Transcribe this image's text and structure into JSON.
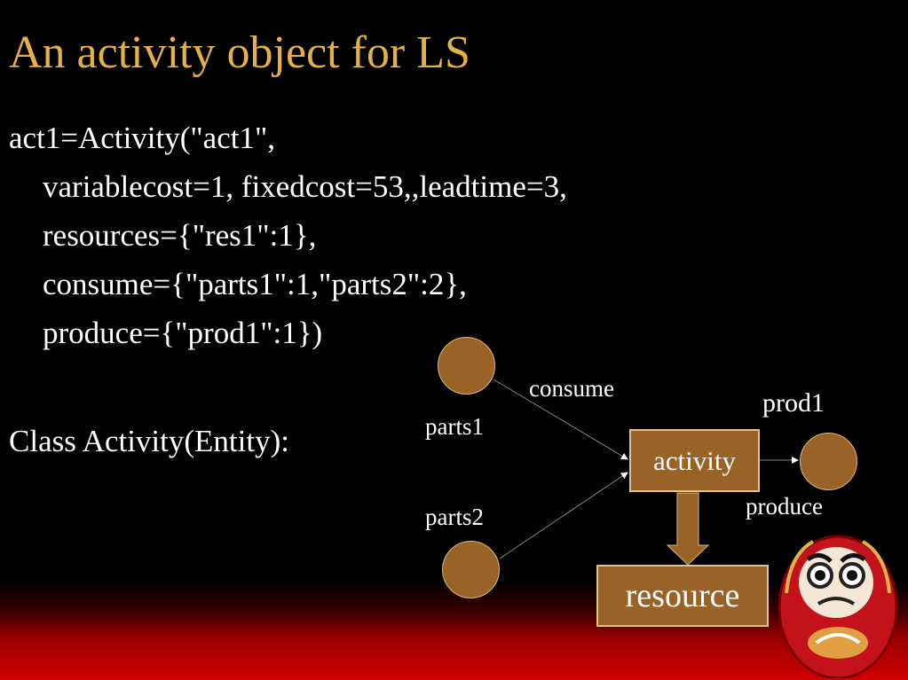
{
  "title": "An activity object for LS",
  "code": {
    "line1": "act1=Activity(\"act1\",",
    "line2": "variablecost=1, fixedcost=53,,leadtime=3,",
    "line3": "resources={\"res1\":1},",
    "line4": "consume={\"parts1\":1,\"parts2\":2},",
    "line5": "produce={\"prod1\":1})"
  },
  "class_line": "Class Activity(Entity):",
  "diagram": {
    "parts1": "parts1",
    "parts2": "parts2",
    "consume": "consume",
    "activity": "activity",
    "prod1": "prod1",
    "produce": "produce",
    "resource": "resource"
  },
  "colors": {
    "title": "#e6b143",
    "node": "#996328",
    "background_bottom": "#d20000"
  },
  "decoration": {
    "image": "daruma-doll"
  }
}
